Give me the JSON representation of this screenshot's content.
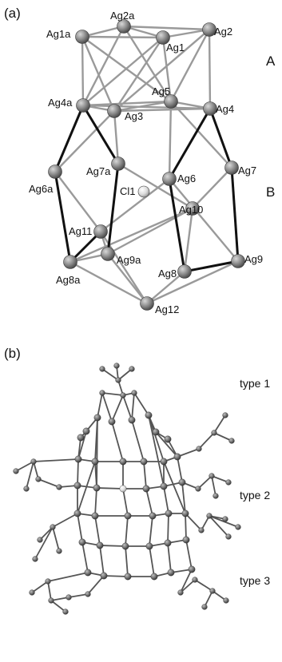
{
  "panel_a": {
    "label": "(a)",
    "layer_labels": {
      "top": "A",
      "middle": "B"
    },
    "atoms": [
      {
        "id": "Ag2a",
        "label": "Ag2a"
      },
      {
        "id": "Ag1a",
        "label": "Ag1a"
      },
      {
        "id": "Ag1",
        "label": "Ag1"
      },
      {
        "id": "Ag2",
        "label": "Ag2"
      },
      {
        "id": "Ag5",
        "label": "Ag5"
      },
      {
        "id": "Ag4a",
        "label": "Ag4a"
      },
      {
        "id": "Ag3",
        "label": "Ag3"
      },
      {
        "id": "Ag4",
        "label": "Ag4"
      },
      {
        "id": "Ag7a",
        "label": "Ag7a"
      },
      {
        "id": "Ag6a",
        "label": "Ag6a"
      },
      {
        "id": "Ag6",
        "label": "Ag6"
      },
      {
        "id": "Ag7",
        "label": "Ag7"
      },
      {
        "id": "Cl1",
        "label": "Cl1"
      },
      {
        "id": "Ag10",
        "label": "Ag10"
      },
      {
        "id": "Ag11",
        "label": "Ag11"
      },
      {
        "id": "Ag9a",
        "label": "Ag9a"
      },
      {
        "id": "Ag8a",
        "label": "Ag8a"
      },
      {
        "id": "Ag8",
        "label": "Ag8"
      },
      {
        "id": "Ag9",
        "label": "Ag9"
      },
      {
        "id": "Ag12",
        "label": "Ag12"
      }
    ]
  },
  "panel_b": {
    "label": "(b)",
    "type_labels": [
      "type 1",
      "type 2",
      "type 3"
    ]
  },
  "colors": {
    "atom_fill": "#8a8a8a",
    "chlorine_fill": "#e0e0e0",
    "bond_dark": "#111111",
    "bond_light": "#9a9a9a",
    "text": "#111111"
  }
}
